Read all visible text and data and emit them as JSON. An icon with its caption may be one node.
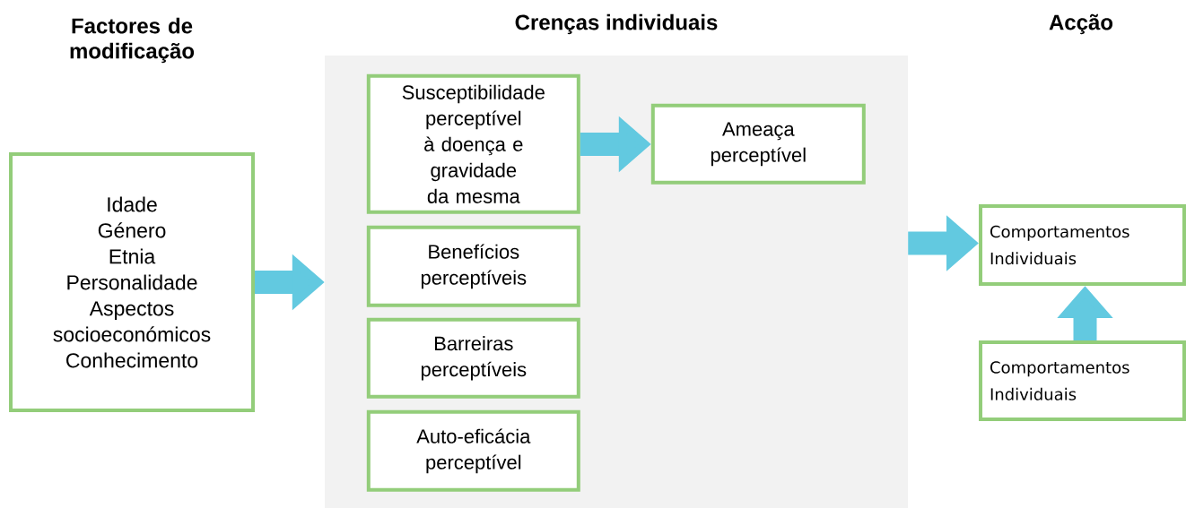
{
  "diagram": {
    "nodes": [
      {
        "text": [
          "Idade",
          "Género",
          "Etnia",
          "Personalidade",
          "Aspectos socioeconómicos",
          "Conhecimento"
        ]
      },
      {
        "text": [
          "Crenças individuais"
        ]
      },
      {
        "text": [
          "Susceptibilidade perceptível à doença e gravidade da mesma"
        ],
        "in": 1
      },
      {
        "text": [
          "Benefícios perceptíveis"
        ],
        "in": 1
      },
      {
        "text": [
          "Barreiras perceptíveis"
        ],
        "in": 1
      },
      {
        "text": [
          "Auto-eficácia perceptível"
        ],
        "in": 1
      },
      {
        "text": [
          "Ameaça perceptível"
        ],
        "in": 1
      },
      {
        "text": [
          "Comportamentos Individuais"
        ]
      },
      {
        "text": [
          "Comportamentos Individuais"
        ]
      }
    ],
    "edges": [
      {
        "from": 0,
        "to": 1,
        "arrow": "to"
      },
      {
        "from": 2,
        "to": 6,
        "arrow": "to"
      },
      {
        "from": 1,
        "to": 7,
        "arrow": "to"
      },
      {
        "from": 8,
        "to": 7,
        "arrow": "to"
      }
    ],
    "labels": [
      "Factores de modificação",
      "Acção"
    ]
  }
}
